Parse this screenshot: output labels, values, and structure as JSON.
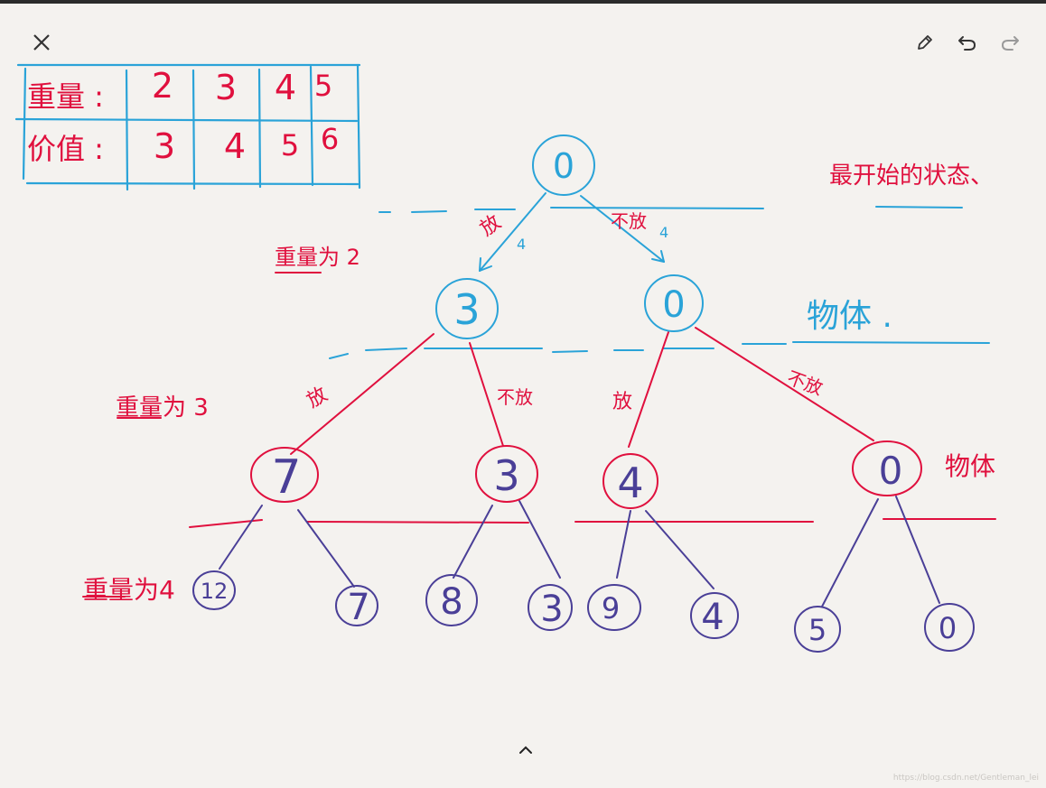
{
  "toolbar": {
    "close": "close-icon",
    "pencil": "pencil-icon",
    "undo": "undo-icon",
    "redo": "redo-icon",
    "collapse": "chevron-up-icon"
  },
  "colors": {
    "blue": "#2aa3d8",
    "red": "#e0103e",
    "purple": "#4a3f97",
    "background": "#f4f2ef"
  },
  "table": {
    "row_labels": [
      "重量 :",
      "价值 :"
    ],
    "weights": [
      "2",
      "3",
      "4",
      "5"
    ],
    "values": [
      "3",
      "4",
      "5",
      "6"
    ]
  },
  "annotations": {
    "initial_state": "最开始的状态、",
    "item_upper": "物体 .",
    "item_lower": "物体",
    "weight2": "重量为 2",
    "weight3": "重量为 3",
    "weight4": "重量为4"
  },
  "edge_labels": {
    "put": "放",
    "not_put": "不放",
    "four": "4"
  },
  "nodes": {
    "root": "0",
    "l1_left": "3",
    "l1_right": "0",
    "l2": [
      "7",
      "3",
      "4",
      "0"
    ],
    "l3": [
      "12",
      "7",
      "8",
      "3",
      "9",
      "4",
      "5",
      "0"
    ]
  },
  "watermark": "https://blog.csdn.net/Gentleman_lei"
}
